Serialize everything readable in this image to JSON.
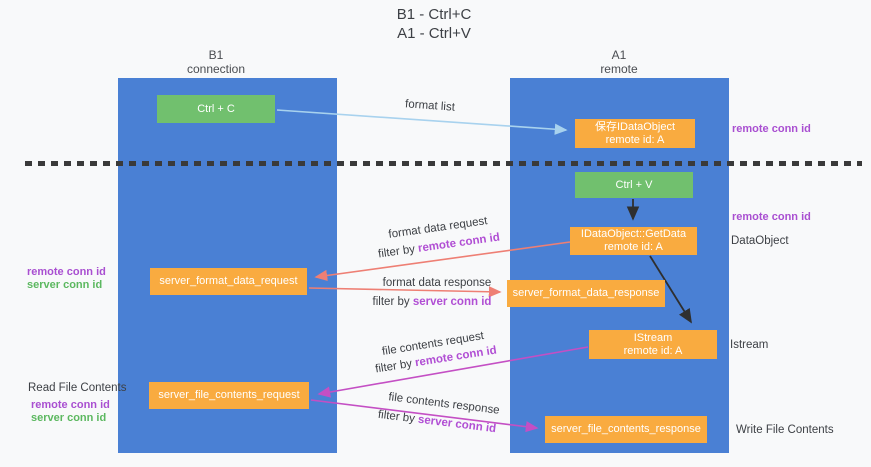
{
  "title": {
    "line1": "B1 - Ctrl+C",
    "line2": "A1 - Ctrl+V"
  },
  "lanes": {
    "left": {
      "title": "B1",
      "subtitle": "connection"
    },
    "right": {
      "title": "A1",
      "subtitle": "remote"
    }
  },
  "nodes": {
    "ctrl_c": {
      "label": "Ctrl + C"
    },
    "save_idataobject": {
      "line1": "保存IDataObject",
      "line2": "remote id: A"
    },
    "ctrl_v": {
      "label": "Ctrl + V"
    },
    "idataobject_getdata": {
      "line1": "IDataObject::GetData",
      "line2": "remote id: A"
    },
    "server_format_data_request": {
      "label": "server_format_data_request"
    },
    "server_format_data_response": {
      "label": "server_format_data_response"
    },
    "istream": {
      "line1": "IStream",
      "line2": "remote id: A"
    },
    "server_file_contents_request": {
      "label": "server_file_contents_request"
    },
    "server_file_contents_response": {
      "label": "server_file_contents_response"
    }
  },
  "edge_labels": {
    "format_list": "format list",
    "format_data_request": "format data request",
    "format_data_response": "format data response",
    "file_contents_request": "file contents request",
    "file_contents_response": "file contents response",
    "filter_by": "filter by ",
    "remote_conn_id": "remote conn id",
    "server_conn_id": "server conn id"
  },
  "side_labels": {
    "right_remote_conn_id_top": "remote conn id",
    "right_remote_conn_id_mid": "remote conn id",
    "dataobject": "DataObject",
    "istream": "Istream",
    "write_file_contents": "Write File Contents",
    "left_remote_conn_id_top": "remote conn id",
    "left_server_conn_id_top": "server conn id",
    "read_file_contents": "Read File Contents",
    "left_remote_conn_id_bottom": "remote conn id",
    "left_server_conn_id_bottom": "server conn id"
  },
  "colors": {
    "background": "#f8f9fa",
    "lane_blue": "#4a80d4",
    "node_green": "#71c06e",
    "node_orange": "#f9ab40",
    "arrow_light_blue": "#a8d2ee",
    "arrow_salmon": "#ee7f74",
    "arrow_magenta": "#c44fc4",
    "arrow_black": "#2f2f2f",
    "text_purple": "#a94fd1",
    "text_green": "#5cb860",
    "text_dark": "#3d4045"
  }
}
